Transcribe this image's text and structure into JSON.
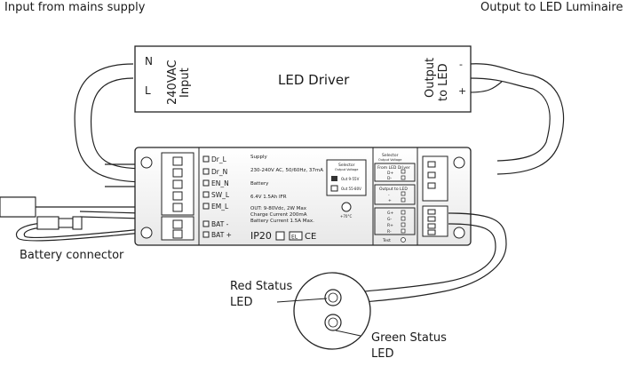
{
  "labels": {
    "input_mains": "Input from mains supply",
    "output_led": "Output to LED Luminaire",
    "battery_connector": "Battery connector",
    "red_status_1": "Red Status",
    "red_status_2": "LED",
    "green_status_1": "Green Status",
    "green_status_2": "LED"
  },
  "led_driver": {
    "title": "LED Driver",
    "n": "N",
    "l": "L",
    "input_line1": "240VAC",
    "input_line2": "Input",
    "output_line1": "Output",
    "output_line2": "to LED",
    "minus": "-",
    "plus": "+"
  },
  "module": {
    "terminals": [
      "Dr_L",
      "Dr_N",
      "EN_N",
      "SW_L",
      "EM_L"
    ],
    "battery_terminals": [
      "BAT -",
      "BAT +"
    ],
    "supply_title": "Supply",
    "supply_spec": "230-240V AC, 50/60Hz, 37mA",
    "battery_title": "Battery",
    "battery_spec": "6.4V 1.5Ah IFR",
    "out_spec": "OUT: 9-80Vdc, 2W Max",
    "charge_current": "Charge Current 200mA",
    "battery_current": "Battery Current 1.5A Max.",
    "selector_title": "Selector",
    "selector_sub": "Output Voltage",
    "selector_opt1": "Out 9-55V",
    "selector_opt2": "Out 55-80V",
    "temp": "+70°C",
    "ip": "IP20",
    "el": "EL",
    "ce": "CE",
    "right_selector": "Selector",
    "right_selector_sub": "Output Voltage",
    "from_driver": "From LED Driver",
    "d_plus": "D+",
    "d_minus": "D-",
    "output_to_led": "Output to LED",
    "out_minus": "-",
    "out_plus": "+",
    "g_plus": "G+",
    "g_minus": "G-",
    "r_plus": "R+",
    "r_minus": "R-",
    "test": "Test"
  }
}
